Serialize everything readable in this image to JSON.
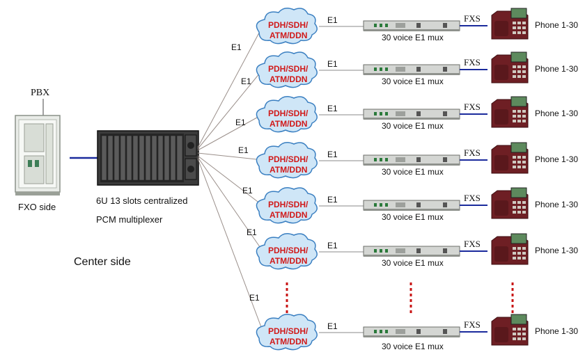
{
  "pbx_label": "PBX",
  "fxo_label": "FXO side",
  "center_caption": "Center side",
  "mux_caption_line1": "6U 13 slots centralized",
  "mux_caption_line2": "PCM multiplexer",
  "branches": [
    {
      "network_line1": "PDH/SDH/",
      "network_line2": "ATM/DDN",
      "trunk_left": "E1",
      "trunk_right": "E1",
      "device": "30 voice E1 mux",
      "interface": "FXS",
      "phones": "Phone 1-30"
    },
    {
      "network_line1": "PDH/SDH/",
      "network_line2": "ATM/DDN",
      "trunk_left": "E1",
      "trunk_right": "E1",
      "device": "30 voice E1 mux",
      "interface": "FXS",
      "phones": "Phone 1-30"
    },
    {
      "network_line1": "PDH/SDH/",
      "network_line2": "ATM/DDN",
      "trunk_left": "E1",
      "trunk_right": "E1",
      "device": "30 voice E1 mux",
      "interface": "FXS",
      "phones": "Phone 1-30"
    },
    {
      "network_line1": "PDH/SDH/",
      "network_line2": "ATM/DDN",
      "trunk_left": "E1",
      "trunk_right": "E1",
      "device": "30 voice E1 mux",
      "interface": "FXS",
      "phones": "Phone 1-30"
    },
    {
      "network_line1": "PDH/SDH/",
      "network_line2": "ATM/DDN",
      "trunk_left": "E1",
      "trunk_right": "E1",
      "device": "30 voice E1 mux",
      "interface": "FXS",
      "phones": "Phone 1-30"
    },
    {
      "network_line1": "PDH/SDH/",
      "network_line2": "ATM/DDN",
      "trunk_left": "E1",
      "trunk_right": "E1",
      "device": "30 voice E1 mux",
      "interface": "FXS",
      "phones": "Phone 1-30"
    },
    {
      "network_line1": "PDH/SDH/",
      "network_line2": "ATM/DDN",
      "trunk_left": "E1",
      "trunk_right": "E1",
      "device": "30 voice E1 mux",
      "interface": "FXS",
      "phones": "Phone 1-30"
    }
  ],
  "colors": {
    "cloud_fill": "#cfe6f7",
    "cloud_stroke": "#3a7fc1",
    "cloud_text": "#d11a1a",
    "fxs_line": "#1a2a9c",
    "dots": "#c81414",
    "phone_body": "#6e1f24"
  }
}
